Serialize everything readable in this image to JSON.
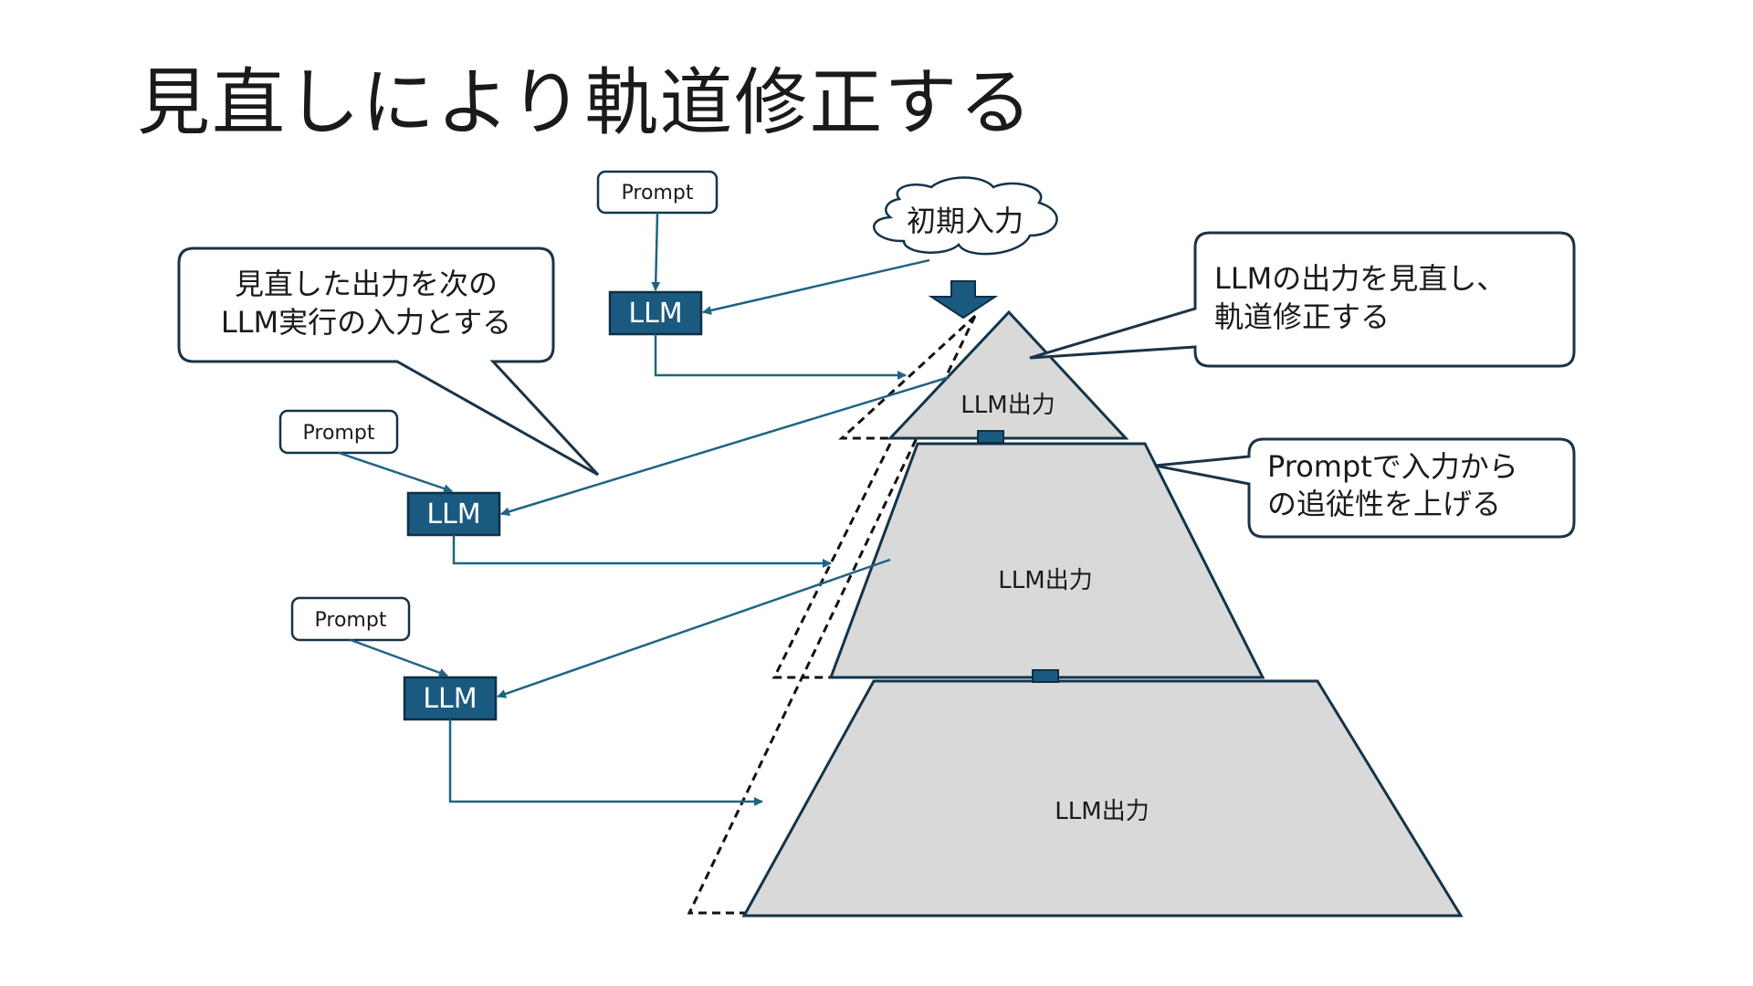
{
  "title": "見直しにより軌道修正する",
  "initial_input": "初期入力",
  "prompt_label": "Prompt",
  "llm_label": "LLM",
  "output_label": "LLM出力",
  "callouts": {
    "left": [
      "見直した出力を次の",
      "LLM実行の入力とする"
    ],
    "right_top": [
      "LLMの出力を見直し、",
      "軌道修正する"
    ],
    "right_mid": [
      "Promptで入力から",
      "の追従性を上げる"
    ]
  },
  "colors": {
    "llm_box": "#1b5a80",
    "llm_border": "#0e2f44",
    "arrow": "#1f6482",
    "pyramid_fill": "#d9d9d9",
    "pyramid_stroke": "#13344a",
    "callout_stroke": "#1a3347"
  }
}
